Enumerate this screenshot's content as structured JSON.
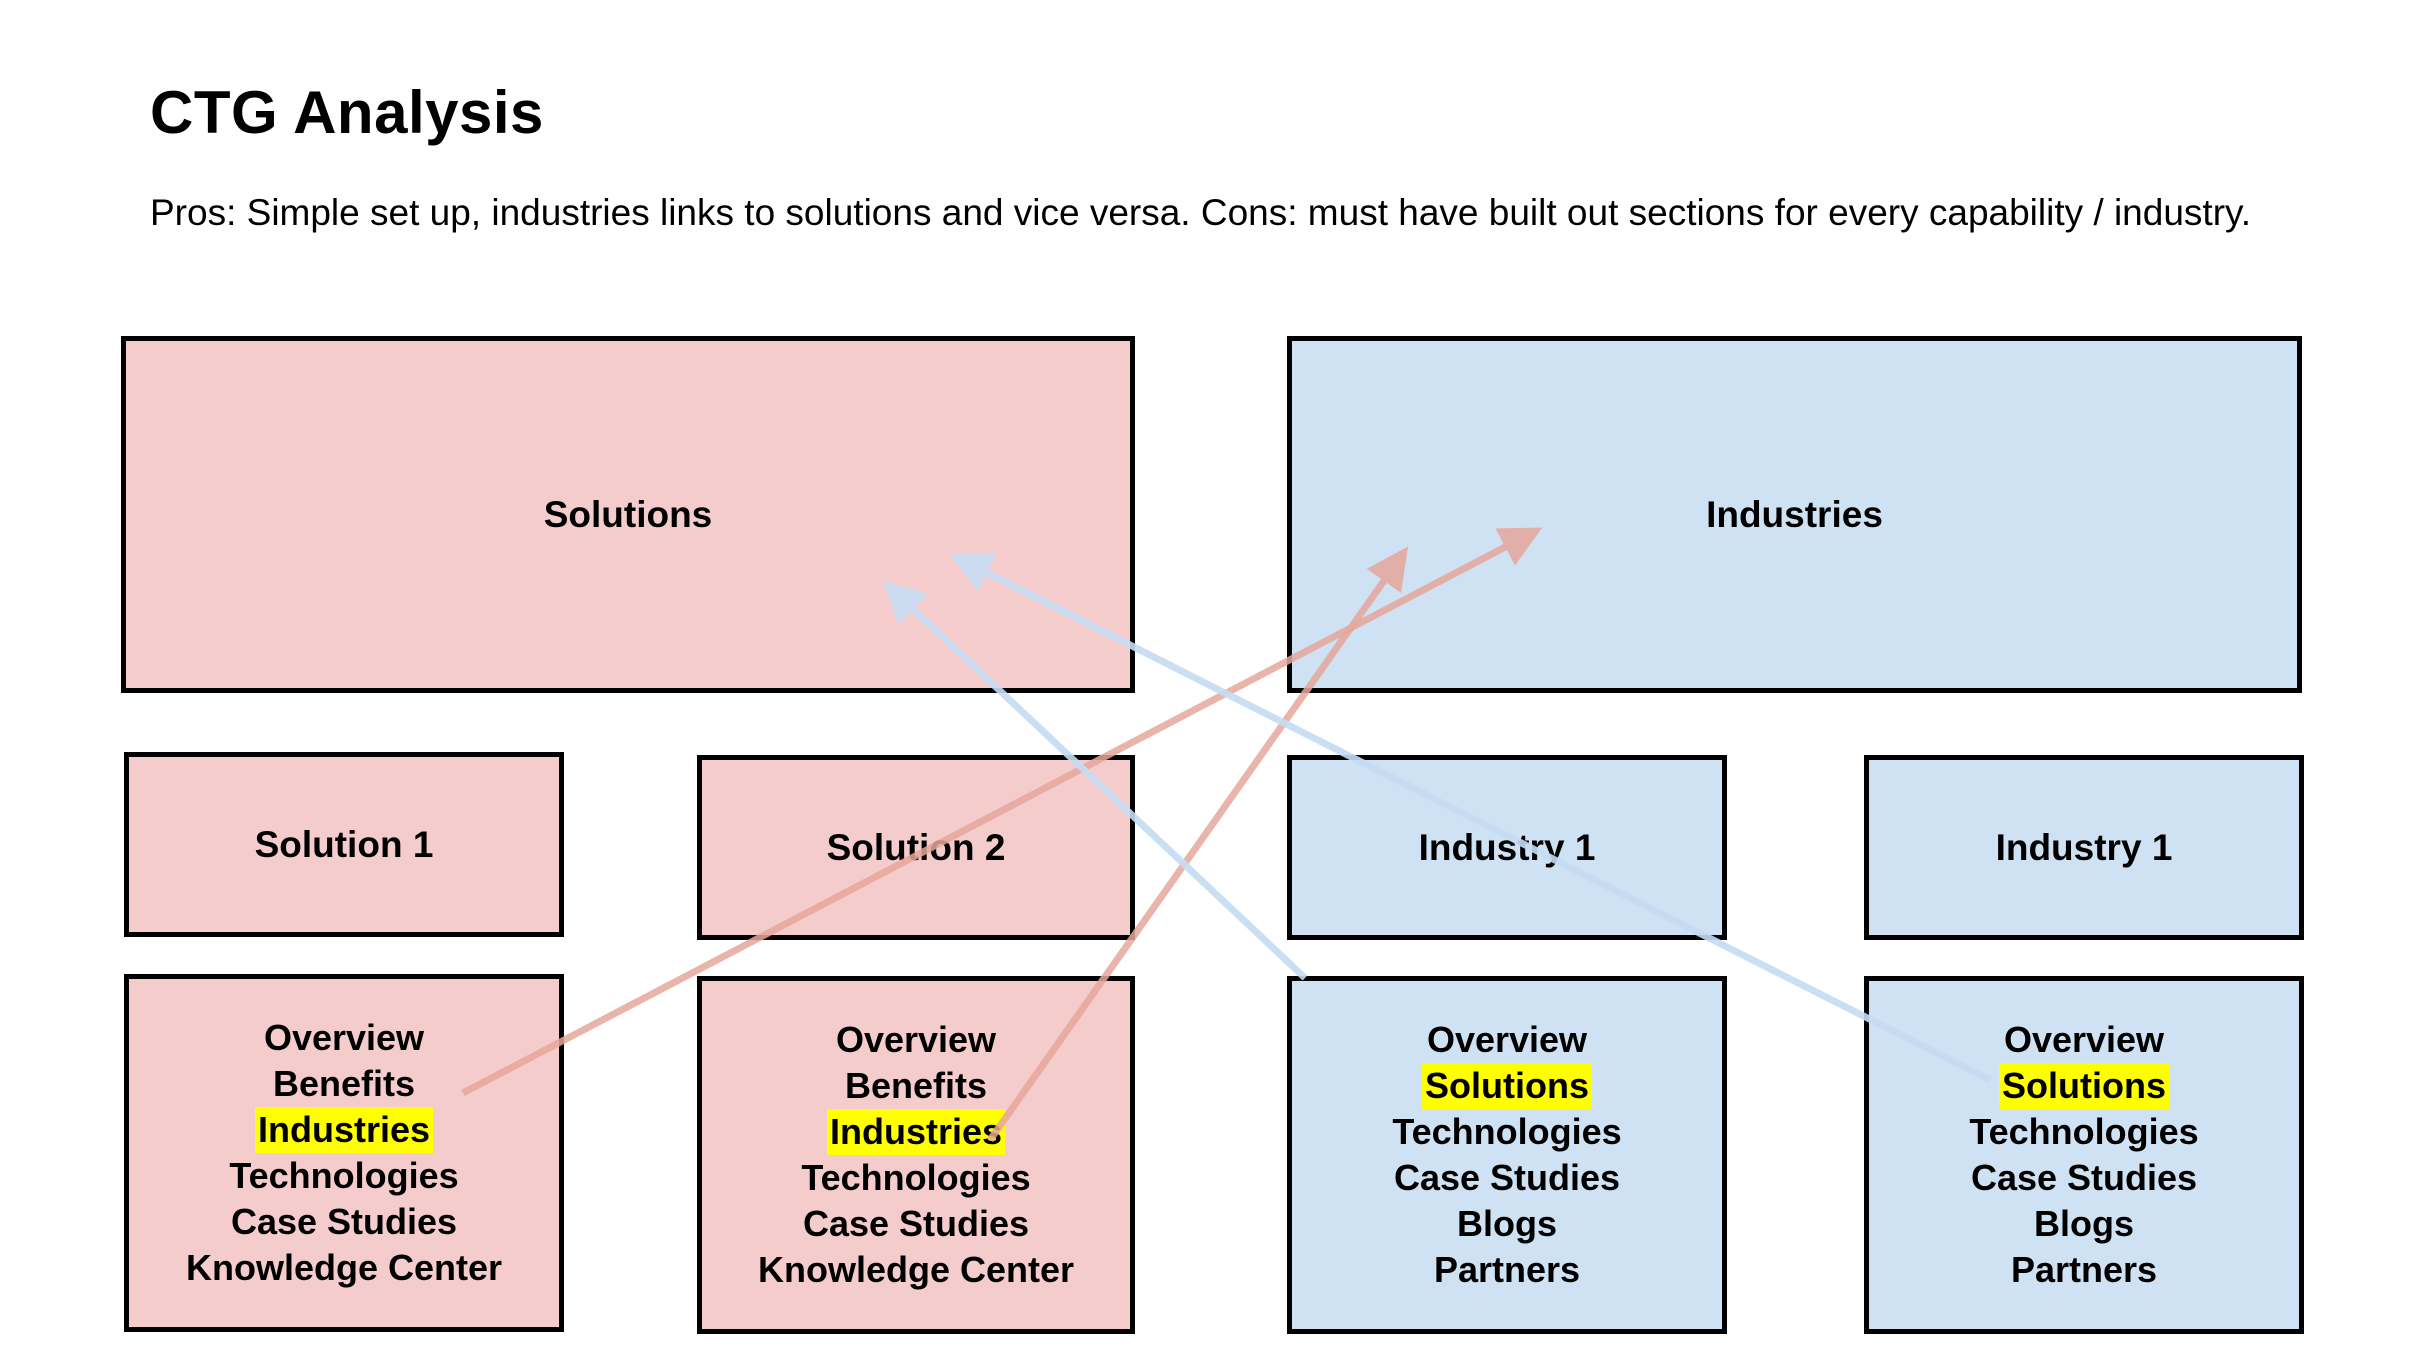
{
  "title": "CTG Analysis",
  "subtitle": "Pros: Simple set up, industries links to solutions and vice versa. Cons: must have built out sections for every capability / industry.",
  "colors": {
    "solutions_fill": "#f4cccc",
    "industries_fill": "#cfe2f3",
    "highlight": "#ffff00",
    "arrow_pink": "#e6a79b",
    "arrow_blue": "#c6dcf3"
  },
  "solutions": {
    "header": "Solutions",
    "items": [
      {
        "label": "Solution 1",
        "pages": [
          "Overview",
          "Benefits",
          "Industries",
          "Technologies",
          "Case Studies",
          "Knowledge Center"
        ],
        "highlighted": "Industries"
      },
      {
        "label": "Solution 2",
        "pages": [
          "Overview",
          "Benefits",
          "Industries",
          "Technologies",
          "Case Studies",
          "Knowledge Center"
        ],
        "highlighted": "Industries"
      }
    ]
  },
  "industries": {
    "header": "Industries",
    "items": [
      {
        "label": "Industry 1",
        "pages": [
          "Overview",
          "Solutions",
          "Technologies",
          "Case Studies",
          "Blogs",
          "Partners"
        ],
        "highlighted": "Solutions"
      },
      {
        "label": "Industry 1",
        "pages": [
          "Overview",
          "Solutions",
          "Technologies",
          "Case Studies",
          "Blogs",
          "Partners"
        ],
        "highlighted": "Solutions"
      }
    ]
  },
  "links": [
    {
      "from": "Solution 1 / Industries",
      "to": "Industries",
      "color": "pink"
    },
    {
      "from": "Solution 2 / Industries",
      "to": "Industries",
      "color": "pink"
    },
    {
      "from": "Industry 1 / Solutions",
      "to": "Solutions",
      "color": "blue"
    },
    {
      "from": "Industry 1 / Solutions",
      "to": "Solutions",
      "color": "blue"
    }
  ]
}
